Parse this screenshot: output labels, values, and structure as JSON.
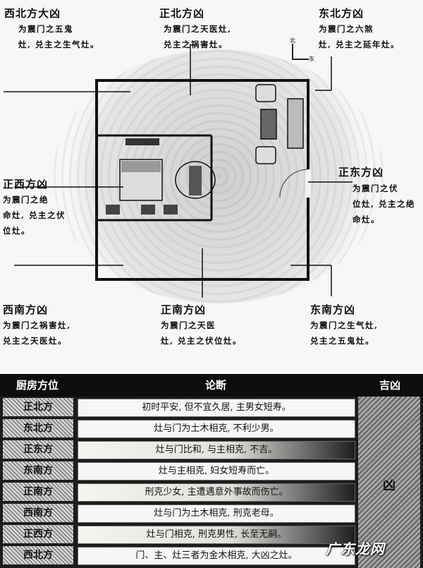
{
  "compass": {
    "north": "北",
    "east": "东"
  },
  "directions": [
    {
      "id": "nw",
      "title": "西北方大凶",
      "desc": "为震门之五鬼\n灶, 兑主之生气灶。"
    },
    {
      "id": "n",
      "title": "正北方凶",
      "desc": "为震门之天医灶,\n兑主之祸害灶。"
    },
    {
      "id": "ne",
      "title": "东北方凶",
      "desc": "为震门之六煞\n灶, 兑主之延年灶。"
    },
    {
      "id": "w",
      "title": "正西方凶",
      "desc": "为震门之绝\n命灶, 兑主之伏\n位灶。"
    },
    {
      "id": "e",
      "title": "正东方凶",
      "desc": "为震门之伏\n位灶, 兑主之绝\n命灶。"
    },
    {
      "id": "sw",
      "title": "西南方凶",
      "desc": "为震门之祸害灶,\n兑主之天医灶。"
    },
    {
      "id": "s",
      "title": "正南方凶",
      "desc": "为震门之天医\n灶, 兑主之伏位灶。"
    },
    {
      "id": "se",
      "title": "东南方凶",
      "desc": "为震门之生气灶,\n兑主之五鬼灶。"
    }
  ],
  "table": {
    "headers": [
      "厨房方位",
      "论断",
      "吉凶"
    ],
    "rows": [
      {
        "pos": "正北方",
        "text": "初时平安, 但不宜久居, 主男女短寿。"
      },
      {
        "pos": "东北方",
        "text": "灶与门为土木相克, 不利少男。"
      },
      {
        "pos": "正东方",
        "text": "灶与门比和, 与主相克, 不吉。"
      },
      {
        "pos": "东南方",
        "text": "灶与主相克, 妇女短寿而亡。"
      },
      {
        "pos": "正南方",
        "text": "刑克少女, 主遭遇意外事故而伤亡。"
      },
      {
        "pos": "西南方",
        "text": "灶与门为土木相克, 刑克老母。"
      },
      {
        "pos": "正西方",
        "text": "灶与门相克, 刑克男性, 长至无嗣。"
      },
      {
        "pos": "西北方",
        "text": "门、主、灶三者为金木相克, 大凶之灶。"
      }
    ],
    "verdict": "凶"
  },
  "watermark": "广东龙网"
}
